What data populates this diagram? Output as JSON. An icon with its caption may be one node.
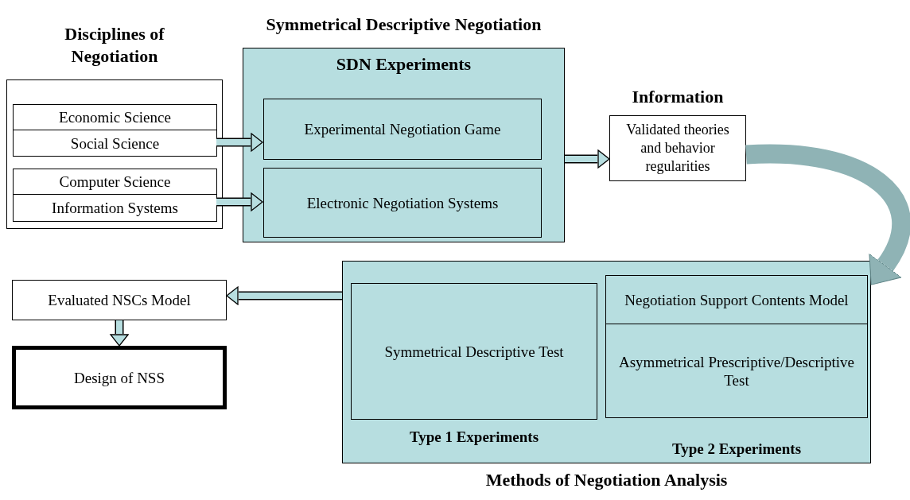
{
  "diagram": {
    "nodes": [
      {
        "text": [
          "Disciplines of Negotiation"
        ]
      },
      {
        "text": [
          "Economic Science"
        ],
        "in": 0
      },
      {
        "text": [
          "Social Science"
        ],
        "in": 0
      },
      {
        "text": [
          "Computer Science"
        ],
        "in": 0
      },
      {
        "text": [
          "Information Systems"
        ],
        "in": 0
      },
      {
        "text": [
          "Symmetrical Descriptive Negotiation",
          "SDN Experiments"
        ]
      },
      {
        "text": [
          "Experimental Negotiation Game"
        ],
        "in": 5
      },
      {
        "text": [
          "Electronic Negotiation Systems"
        ],
        "in": 5
      },
      {
        "text": [
          "Information",
          "Validated theories and behavior regularities"
        ]
      },
      {
        "text": [
          "Methods of Negotiation Analysis"
        ]
      },
      {
        "text": [
          "Symmetrical Descriptive Test"
        ],
        "in": 9,
        "beside": [
          "Type 1 Experiments"
        ]
      },
      {
        "text": [
          "Negotiation Support Contents Model"
        ],
        "in": 9
      },
      {
        "text": [
          "Asymmetrical Prescriptive/Descriptive Test"
        ],
        "in": 9,
        "beside": [
          "Type 2 Experiments"
        ]
      },
      {
        "text": [
          "Evaluated NSCs Model"
        ]
      },
      {
        "text": [
          "Design of NSS"
        ]
      }
    ],
    "edges": [
      {
        "from": 2,
        "to": 6,
        "arrow": "to"
      },
      {
        "from": 4,
        "to": 7,
        "arrow": "to"
      },
      {
        "from": 5,
        "to": 8,
        "arrow": "to"
      },
      {
        "from": 8,
        "to": 11,
        "arrow": "to",
        "style": "thick",
        "color": "#8fb3b5"
      },
      {
        "from": 9,
        "to": 13,
        "arrow": "to"
      },
      {
        "from": 13,
        "to": 14,
        "arrow": "to"
      }
    ]
  }
}
